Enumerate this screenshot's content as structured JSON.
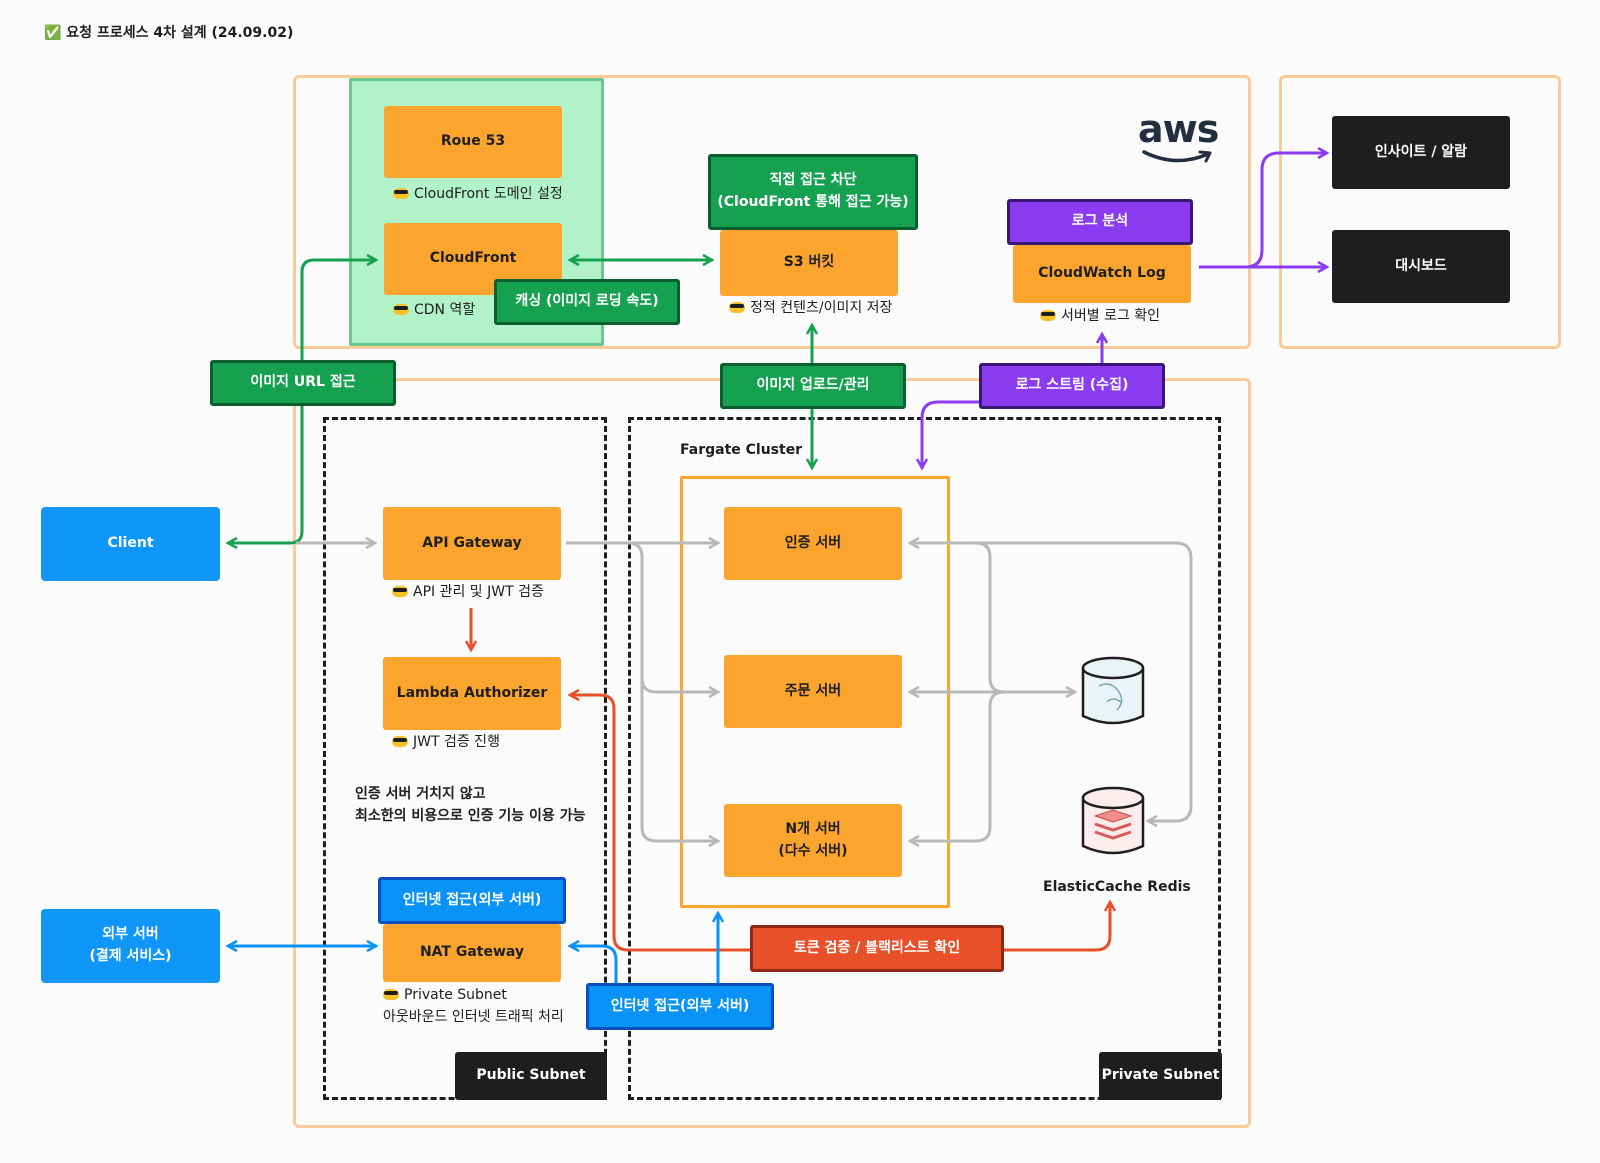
{
  "title": "✅ 요청 프로세스 4차 설계 (24.09.02)",
  "aws_logo": "aws",
  "nodes": {
    "route53": "Roue 53",
    "route53_caption": "CloudFront 도메인 설정",
    "cloudfront": "CloudFront",
    "cloudfront_caption": "CDN 역할",
    "caching": "캐싱 (이미지 로딩 속도)",
    "direct_block_1": "직접 접근 차단",
    "direct_block_2": "(CloudFront 통해 접근 가능)",
    "s3": "S3 버킷",
    "s3_caption": "정적 컨텐츠/이미지 저장",
    "log_analysis": "로그 분석",
    "cloudwatch": "CloudWatch Log",
    "cloudwatch_caption": "서버별 로그 확인",
    "insight": "인사이트 / 알람",
    "dashboard": "대시보드",
    "image_url_access": "이미지 URL 접근",
    "image_upload": "이미지 업로드/관리",
    "log_stream": "로그 스트림 (수집)",
    "client": "Client",
    "external_server_1": "외부 서버",
    "external_server_2": "(결제 서비스)",
    "api_gateway": "API Gateway",
    "api_gateway_caption": "API 관리 및 JWT 검증",
    "lambda": "Lambda Authorizer",
    "lambda_caption": "JWT 검증 진행",
    "note_1": "인증 서버 거치지 않고",
    "note_2": "최소한의 비용으로 인증 기능 이용 가능",
    "internet_access_public": "인터넷 접근(외부 서버)",
    "nat_gateway": "NAT Gateway",
    "nat_caption_1": "Private Subnet",
    "nat_caption_2": "아웃바운드 인터넷 트래픽 처리",
    "public_subnet": "Public Subnet",
    "fargate_cluster": "Fargate Cluster",
    "auth_server": "인증 서버",
    "order_server": "주문 서버",
    "n_server_1": "N개 서버",
    "n_server_2": "(다수 서버)",
    "elasticache": "ElasticCache Redis",
    "token_verify": "토큰 검증 / 블랙리스트 확인",
    "internet_access_private": "인터넷 접근(외부 서버)",
    "private_subnet": "Private Subnet"
  },
  "colors": {
    "orange": "#fba52e",
    "green": "#15a150",
    "purple": "#8c3cf0",
    "red": "#e8502a",
    "blue": "#0a93f6",
    "gray_arrow": "#b8b8b8",
    "frame": "#f7cc9a"
  }
}
